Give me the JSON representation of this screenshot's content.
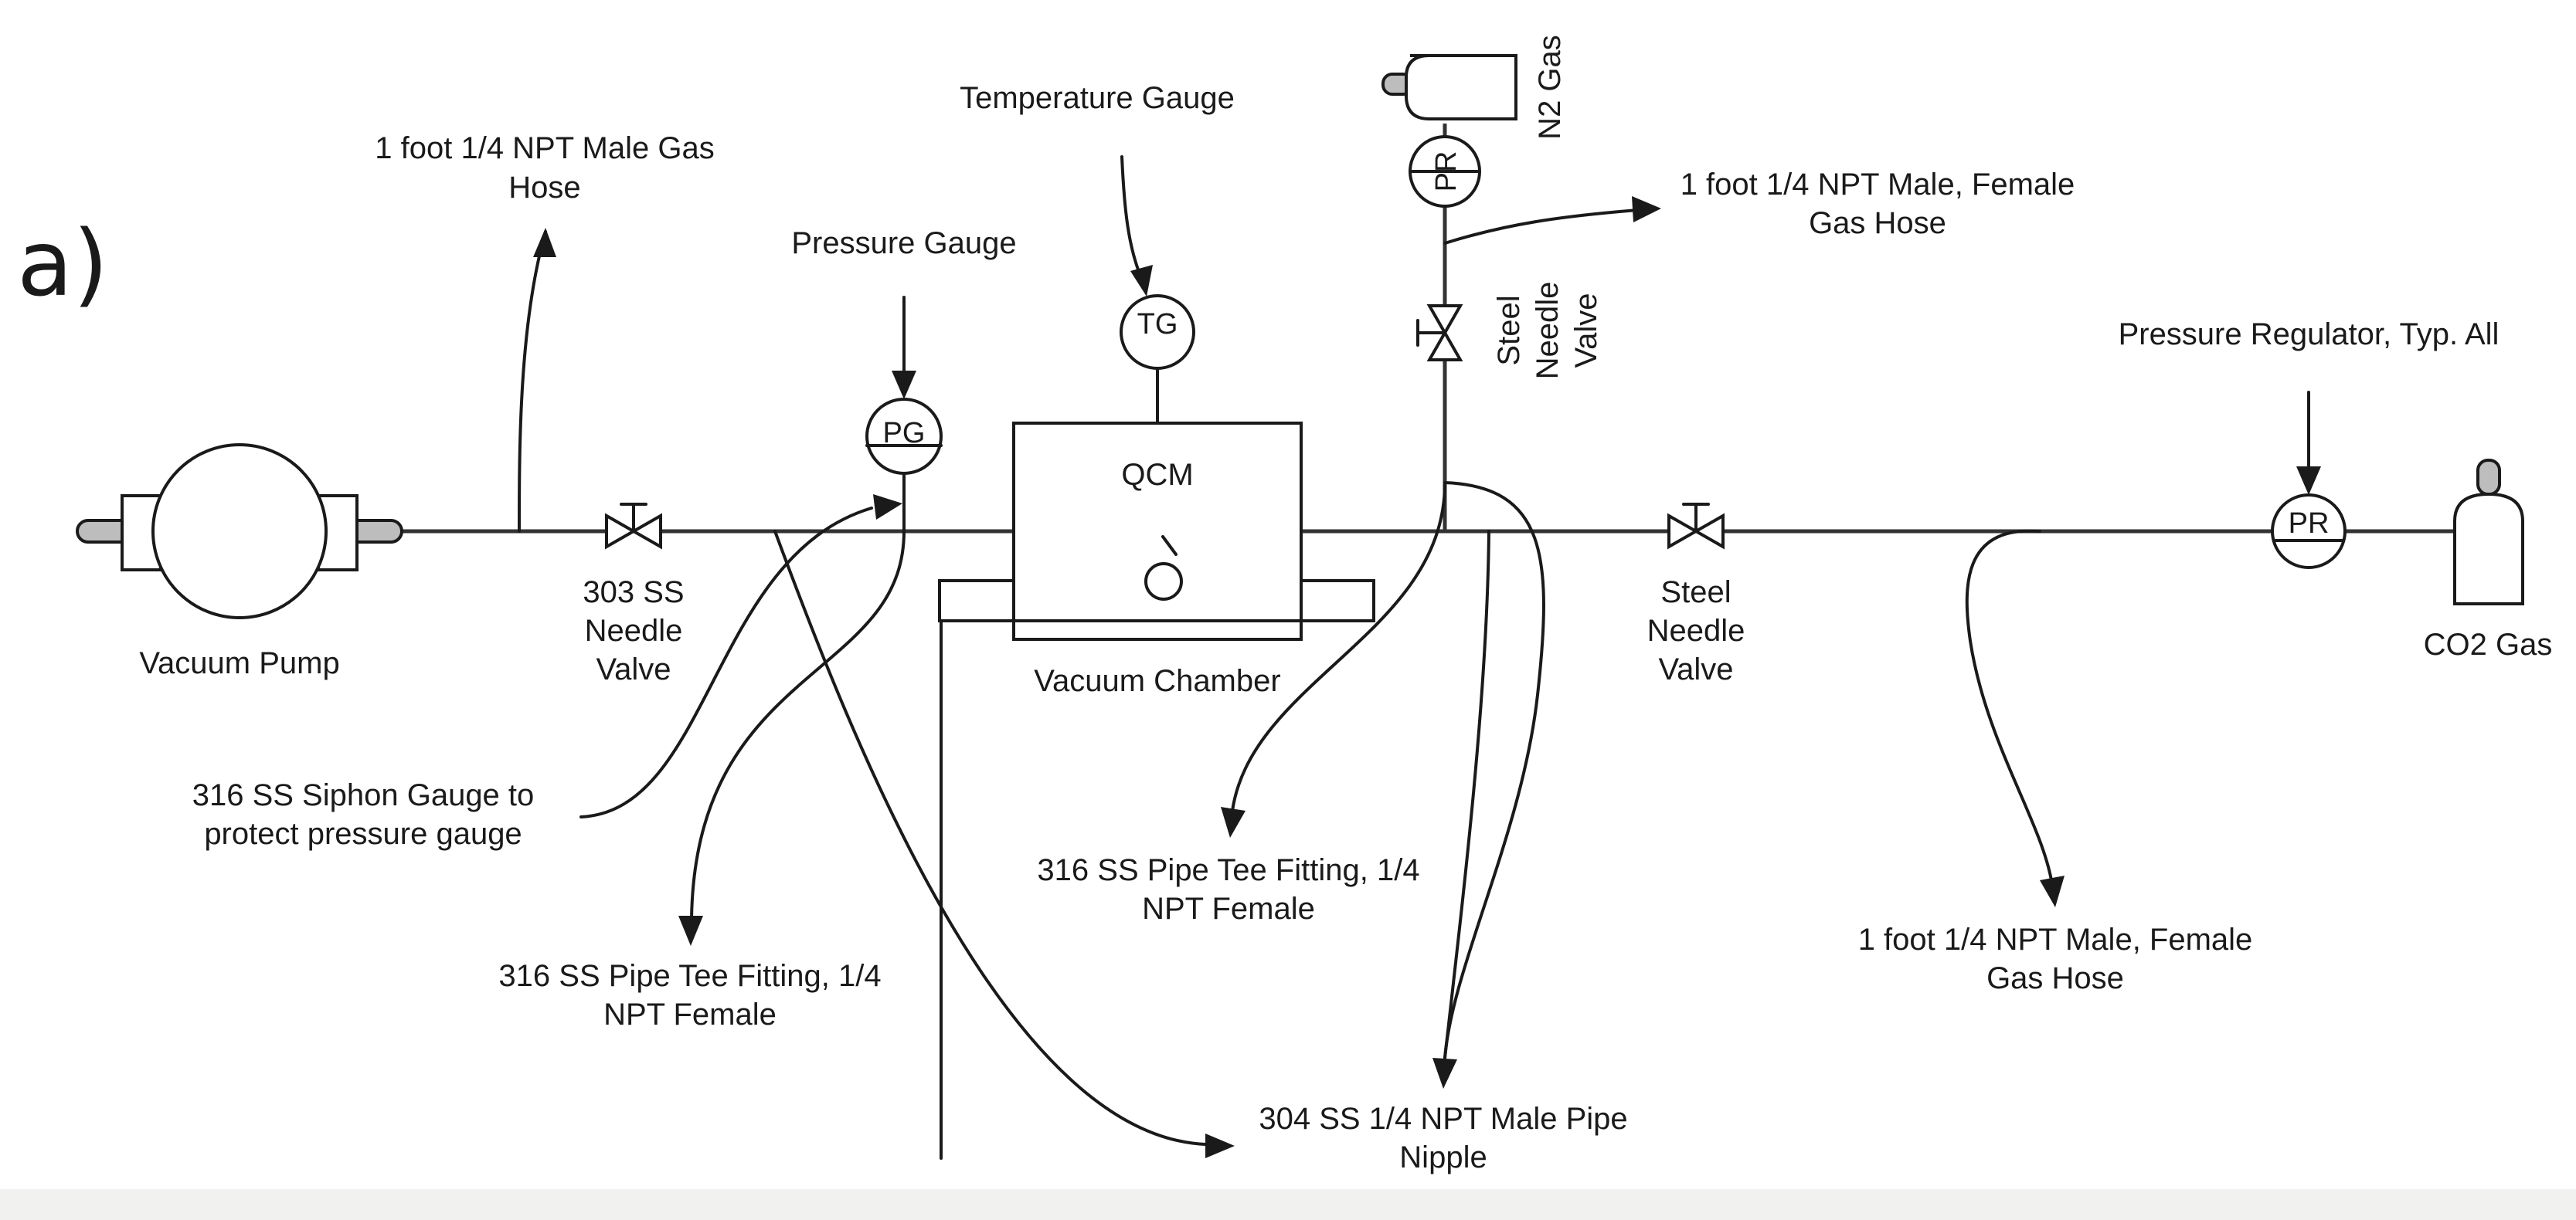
{
  "panel_label": "a)",
  "components": {
    "vacuum_pump": "Vacuum Pump",
    "needle_valve_303": [
      "303 SS",
      "Needle",
      "Valve"
    ],
    "vacuum_chamber": "Vacuum Chamber",
    "qcm": "QCM",
    "pressure_gauge_symbol": "PG",
    "temperature_gauge_symbol": "TG",
    "pressure_regulator_symbol": "PR",
    "n2_gas": "N2 Gas",
    "steel_needle_valve_vertical": [
      "Steel",
      "Needle",
      "Valve"
    ],
    "steel_needle_valve_main": [
      "Steel",
      "Needle",
      "Valve"
    ],
    "co2_gas": "CO2 Gas"
  },
  "callouts": {
    "male_gas_hose": [
      "1 foot 1/4 NPT Male Gas",
      "Hose"
    ],
    "pressure_gauge": "Pressure Gauge",
    "temperature_gauge": "Temperature Gauge",
    "n2_gas_hose": [
      "1 foot 1/4 NPT Male, Female",
      "Gas Hose"
    ],
    "pressure_regulator": "Pressure Regulator, Typ. All",
    "siphon_gauge": [
      "316 SS Siphon Gauge to",
      "protect pressure gauge"
    ],
    "pipe_tee_left": [
      "316 SS Pipe Tee Fitting, 1/4",
      "NPT Female"
    ],
    "pipe_tee_center": [
      "316 SS Pipe Tee Fitting, 1/4",
      "NPT Female"
    ],
    "pipe_nipple": [
      "304 SS 1/4 NPT Male Pipe",
      "Nipple"
    ],
    "co2_gas_hose": [
      "1 foot 1/4 NPT Male, Female",
      "Gas Hose"
    ]
  }
}
